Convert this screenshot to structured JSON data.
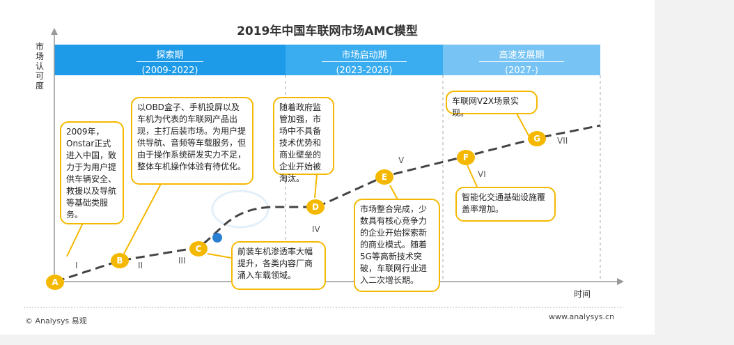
{
  "title": "2019年中国车联网市场AMC模型",
  "y_axis_label": "市场认可度",
  "x_axis_label": "时间",
  "phases": [
    {
      "name": "探索期",
      "years": "(2009-2022)",
      "color": "#1e9be8"
    },
    {
      "name": "市场启动期",
      "years": "(2023-2026)",
      "color": "#3aacf0"
    },
    {
      "name": "高速发展期",
      "years": "(2027-)",
      "color": "#76c3f4"
    }
  ],
  "markers": [
    "A",
    "B",
    "C",
    "D",
    "E",
    "F",
    "G"
  ],
  "stages": [
    "I",
    "II",
    "III",
    "IV",
    "V",
    "VI",
    "VII"
  ],
  "callouts": {
    "a": "2009年，Onstar正式进入中国，致力于为用户提供车辆安全、救援以及导航等基础类服务。",
    "b": "以OBD盒子、手机投屏以及车机为代表的车联网产品出现，主打后装市场。为用户提供导航、音频等车载服务，但由于操作系统研发实力不足，整体车机操作体验有待优化。",
    "c": "前装车机渗透率大幅提升，各类内容厂商涌入车载领域。",
    "d": "随着政府监管加强，市场中不具备技术优势和商业壁垒的企业开始被淘汰。",
    "e": "市场整合完成，少数具有核心竞争力的企业开始探索新的商业模式。随着5G等高新技术突破，车联网行业进入二次增长期。",
    "f": "智能化交通基础设施覆盖率增加。",
    "g": "车联网V2X场景实现。"
  },
  "footer": {
    "left": "© Analysys 易观",
    "right": "www.analysys.cn"
  },
  "colors": {
    "accent": "#f5b800",
    "curve": "#444444",
    "dot": "#2a7fd0",
    "axis": "#999999"
  }
}
